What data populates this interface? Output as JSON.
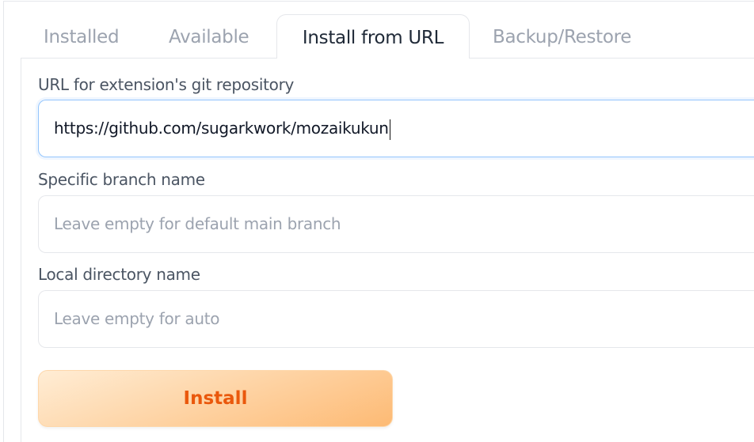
{
  "tabs": [
    {
      "label": "Installed",
      "active": false
    },
    {
      "label": "Available",
      "active": false
    },
    {
      "label": "Install from URL",
      "active": true
    },
    {
      "label": "Backup/Restore",
      "active": false
    }
  ],
  "form": {
    "url_label": "URL for extension's git repository",
    "url_value": "https://github.com/sugarkwork/mozaikukun",
    "branch_label": "Specific branch name",
    "branch_placeholder": "Leave empty for default main branch",
    "dir_label": "Local directory name",
    "dir_placeholder": "Leave empty for auto",
    "install_label": "Install"
  },
  "colors": {
    "accent": "#ea580c",
    "focus": "#93c5fd"
  }
}
